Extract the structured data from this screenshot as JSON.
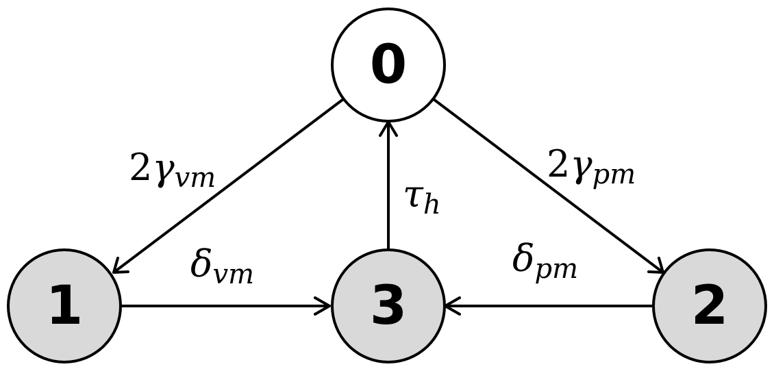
{
  "nodes": {
    "n0": {
      "label": "0",
      "fill": "#ffffff"
    },
    "n1": {
      "label": "1",
      "fill": "#d9d9d9"
    },
    "n2": {
      "label": "2",
      "fill": "#d9d9d9"
    },
    "n3": {
      "label": "3",
      "fill": "#d9d9d9"
    }
  },
  "edges": {
    "e01": {
      "from": "0",
      "to": "1",
      "coef": "2",
      "symbol": "γ",
      "sub": "vm"
    },
    "e02": {
      "from": "0",
      "to": "2",
      "coef": "2",
      "symbol": "γ",
      "sub": "pm"
    },
    "e30": {
      "from": "3",
      "to": "0",
      "symbol": "τ",
      "sub": "h"
    },
    "e13": {
      "from": "1",
      "to": "3",
      "symbol": "δ",
      "sub": "vm"
    },
    "e23": {
      "from": "2",
      "to": "3",
      "symbol": "δ",
      "sub": "pm"
    }
  }
}
